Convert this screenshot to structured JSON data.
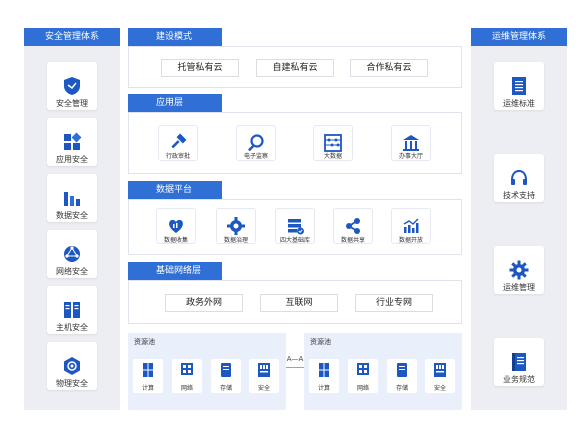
{
  "left_panel": {
    "title": "安全管理体系",
    "items": [
      {
        "label": "安全管理",
        "icon": "shield-icon"
      },
      {
        "label": "应用安全",
        "icon": "app-grid-icon"
      },
      {
        "label": "数据安全",
        "icon": "bar-chart-icon"
      },
      {
        "label": "网络安全",
        "icon": "network-globe-icon"
      },
      {
        "label": "主机安全",
        "icon": "server-icon"
      },
      {
        "label": "物理安全",
        "icon": "hexagon-icon"
      }
    ]
  },
  "right_panel": {
    "title": "运维管理体系",
    "items": [
      {
        "label": "运维标准",
        "icon": "document-list-icon"
      },
      {
        "label": "技术支持",
        "icon": "headset-icon"
      },
      {
        "label": "运维管理",
        "icon": "gear-icon"
      },
      {
        "label": "业务规范",
        "icon": "book-icon"
      }
    ]
  },
  "construction": {
    "title": "建设模式",
    "options": [
      "托管私有云",
      "自建私有云",
      "合作私有云"
    ]
  },
  "app_layer": {
    "title": "应用层",
    "items": [
      {
        "label": "行政审批",
        "icon": "hammer-icon"
      },
      {
        "label": "电子监察",
        "icon": "magnifier-icon"
      },
      {
        "label": "大数据",
        "icon": "abacus-icon"
      },
      {
        "label": "办事大厅",
        "icon": "building-icon"
      }
    ]
  },
  "data_platform": {
    "title": "数据平台",
    "items": [
      {
        "label": "数据收集",
        "icon": "heart-chart-icon"
      },
      {
        "label": "数据治理",
        "icon": "cog-icon"
      },
      {
        "label": "四大基础库",
        "icon": "database-check-icon"
      },
      {
        "label": "数据共享",
        "icon": "share-icon"
      },
      {
        "label": "数据开放",
        "icon": "trend-chart-icon"
      }
    ]
  },
  "network": {
    "title": "基础网络层",
    "options": [
      "政务外网",
      "互联网",
      "行业专网"
    ]
  },
  "pools": [
    {
      "title": "资源池",
      "items": [
        {
          "label": "计算",
          "icon": "compute-icon"
        },
        {
          "label": "网络",
          "icon": "network-icon"
        },
        {
          "label": "存储",
          "icon": "storage-icon"
        },
        {
          "label": "安全",
          "icon": "security-rack-icon"
        }
      ]
    },
    {
      "title": "资源池",
      "items": [
        {
          "label": "计算",
          "icon": "compute-icon"
        },
        {
          "label": "网络",
          "icon": "network-icon"
        },
        {
          "label": "存储",
          "icon": "storage-icon"
        },
        {
          "label": "安全",
          "icon": "security-rack-icon"
        }
      ]
    }
  ],
  "pool_link": "A—A",
  "colors": {
    "brand": "#2f6fd6",
    "panel_bg": "#eceef3",
    "pool_bg": "#e9f0fb",
    "icon_dark": "#1d57c2"
  }
}
